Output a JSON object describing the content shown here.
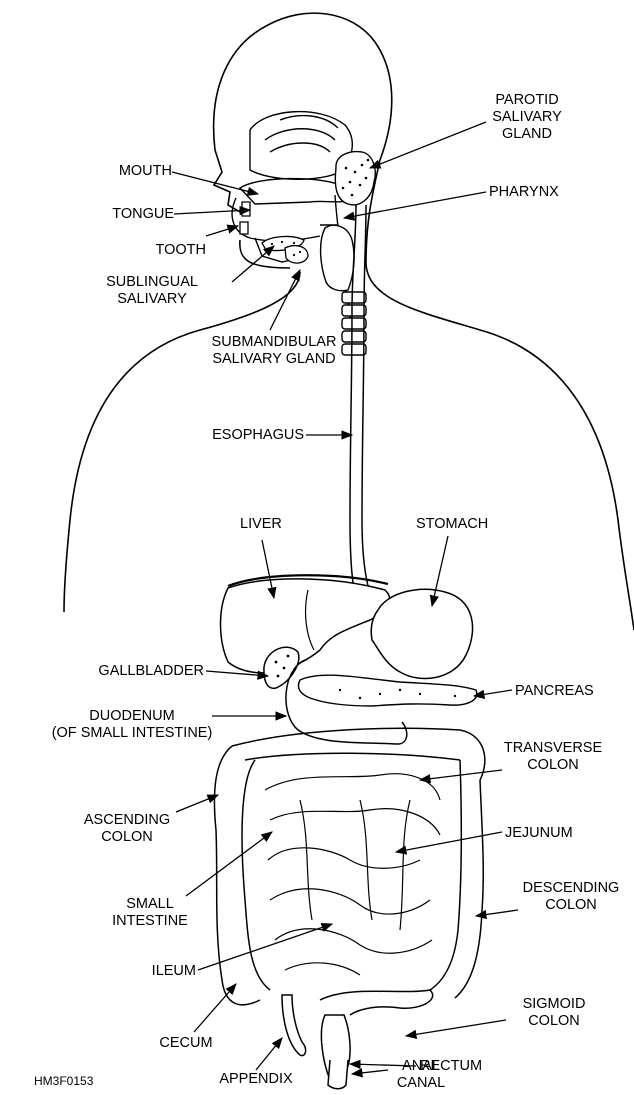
{
  "diagram": {
    "figure_code": "HM3F0153",
    "labels": {
      "parotid": [
        "PAROTID",
        "SALIVARY",
        "GLAND"
      ],
      "mouth": [
        "MOUTH"
      ],
      "pharynx": [
        "PHARYNX"
      ],
      "tongue": [
        "TONGUE"
      ],
      "tooth": [
        "TOOTH"
      ],
      "sublingual": [
        "SUBLINGUAL",
        "SALIVARY"
      ],
      "submandibular": [
        "SUBMANDIBULAR",
        "SALIVARY GLAND"
      ],
      "esophagus": [
        "ESOPHAGUS"
      ],
      "liver": [
        "LIVER"
      ],
      "stomach": [
        "STOMACH"
      ],
      "gallbladder": [
        "GALLBLADDER"
      ],
      "pancreas": [
        "PANCREAS"
      ],
      "duodenum": [
        "DUODENUM",
        "(OF SMALL INTESTINE)"
      ],
      "transverse_colon": [
        "TRANSVERSE",
        "COLON"
      ],
      "ascending_colon": [
        "ASCENDING",
        "COLON"
      ],
      "jejunum": [
        "JEJUNUM"
      ],
      "small_intestine": [
        "SMALL",
        "INTESTINE"
      ],
      "descending_colon": [
        "DESCENDING",
        "COLON"
      ],
      "ileum": [
        "ILEUM"
      ],
      "sigmoid_colon": [
        "SIGMOID",
        "COLON"
      ],
      "cecum": [
        "CECUM"
      ],
      "rectum": [
        "RECTUM"
      ],
      "appendix": [
        "APPENDIX"
      ],
      "anal_canal": [
        "ANAL",
        "CANAL"
      ]
    }
  }
}
